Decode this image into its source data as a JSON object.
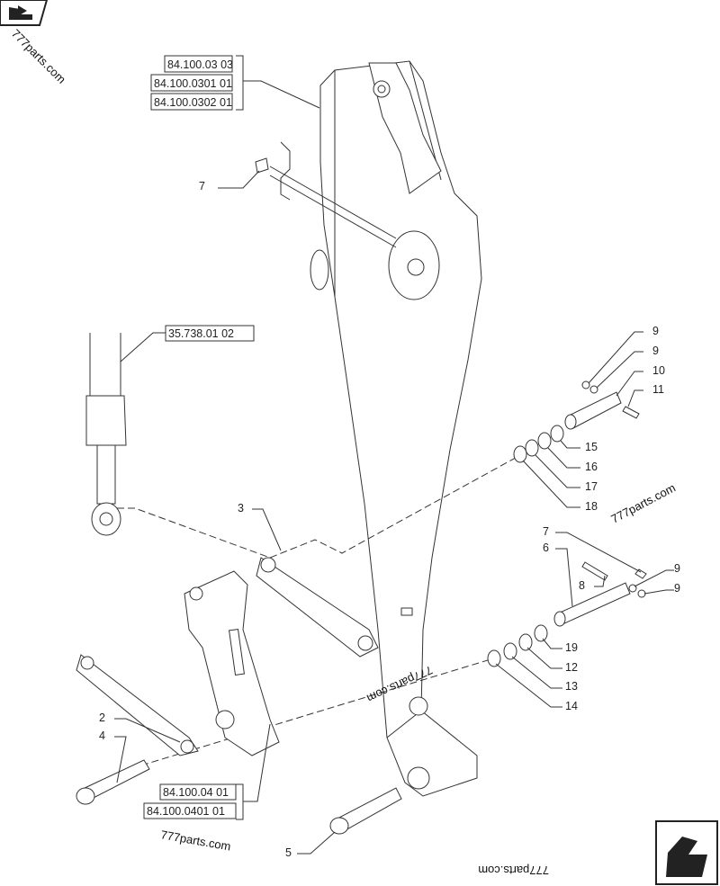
{
  "references": {
    "boom": [
      "84.100.03 03",
      "84.100.0301 01",
      "84.100.0302 01"
    ],
    "cylinder": "35.738.01 02",
    "link": [
      "84.100.04 01",
      "84.100.0401 01"
    ]
  },
  "callouts": {
    "c7a": "7",
    "c9a": "9",
    "c9b": "9",
    "c10": "10",
    "c11": "11",
    "c15": "15",
    "c16": "16",
    "c17": "17",
    "c18": "18",
    "c7b": "7",
    "c6": "6",
    "c8": "8",
    "c9c": "9",
    "c9d": "9",
    "c19": "19",
    "c12": "12",
    "c13": "13",
    "c14": "14",
    "c3": "3",
    "c2": "2",
    "c4": "4",
    "c5": "5"
  },
  "watermark": "777parts.com",
  "icons": {
    "top_left": "nav-back-arrow-icon",
    "bottom_right": "nav-next-arrow-icon"
  }
}
